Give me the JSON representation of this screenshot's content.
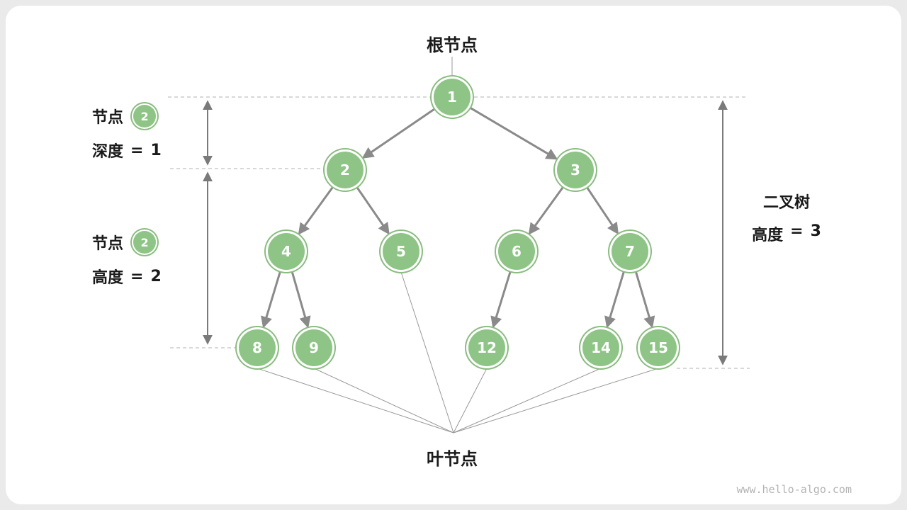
{
  "page": {
    "watermark": "www.hello-algo.com",
    "colors": {
      "background": "#eaeaea",
      "card": "#ffffff",
      "node_fill": "#8fc487",
      "node_outline": "#8abc80",
      "node_ring": "#ffffff",
      "edge": "#8a8a8a",
      "dashed_line": "#b0b0b0",
      "measure_arrow": "#7a7a7a",
      "text": "#1a1a1a",
      "watermark": "#b3b3b3"
    }
  },
  "labels": {
    "root": "根节点",
    "leaf": "叶节点"
  },
  "annotations": {
    "depth": {
      "prefix": "节点",
      "badge": "2",
      "label": "深度",
      "eq": "=",
      "value": "1"
    },
    "height": {
      "prefix": "节点",
      "badge": "2",
      "label": "高度",
      "eq": "=",
      "value": "2"
    },
    "tree_height": {
      "title": "二叉树",
      "label": "高度",
      "eq": "=",
      "value": "3"
    }
  },
  "tree": {
    "nodes": [
      {
        "value": "1"
      },
      {
        "value": "2"
      },
      {
        "value": "3"
      },
      {
        "value": "4"
      },
      {
        "value": "5"
      },
      {
        "value": "6"
      },
      {
        "value": "7"
      },
      {
        "value": "8"
      },
      {
        "value": "9"
      },
      {
        "value": "12"
      },
      {
        "value": "14"
      },
      {
        "value": "15"
      }
    ],
    "edges": [
      [
        "1",
        "2"
      ],
      [
        "1",
        "3"
      ],
      [
        "2",
        "4"
      ],
      [
        "2",
        "5"
      ],
      [
        "3",
        "6"
      ],
      [
        "3",
        "7"
      ],
      [
        "4",
        "8"
      ],
      [
        "4",
        "9"
      ],
      [
        "6",
        "12"
      ],
      [
        "7",
        "14"
      ],
      [
        "7",
        "15"
      ]
    ],
    "leaves": [
      "8",
      "9",
      "5",
      "12",
      "14",
      "15"
    ]
  }
}
